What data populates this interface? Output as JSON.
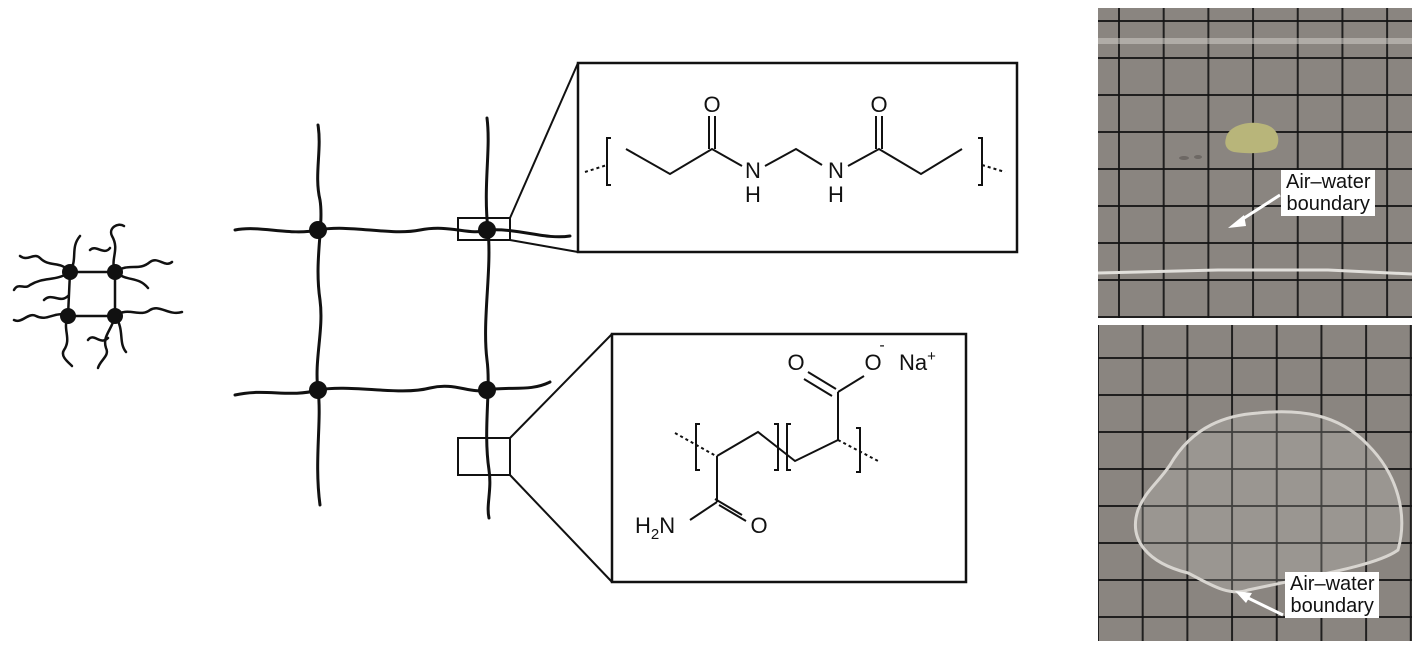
{
  "crosslinker": {
    "atoms": {
      "o1": "O",
      "o2": "O",
      "n1": "N",
      "h1": "H",
      "n2": "N",
      "h2": "H"
    }
  },
  "copolymer": {
    "atoms": {
      "o_keto": "O",
      "o_minus": "O",
      "minus": "-",
      "na": "Na",
      "plus": "+",
      "h2n_h": "H",
      "h2n_2": "2",
      "h2n_n": "N",
      "o_amide": "O"
    }
  },
  "photos": {
    "top": {
      "label": "Air–water boundary",
      "line1": "Air–water",
      "line2": "boundary"
    },
    "bottom": {
      "label": "Air–water boundary",
      "line1": "Air–water",
      "line2": "boundary"
    }
  },
  "colors": {
    "ink": "#111111",
    "photo_background": "#8a8580",
    "grid": "#141414",
    "droplet": "#b8b57a"
  }
}
